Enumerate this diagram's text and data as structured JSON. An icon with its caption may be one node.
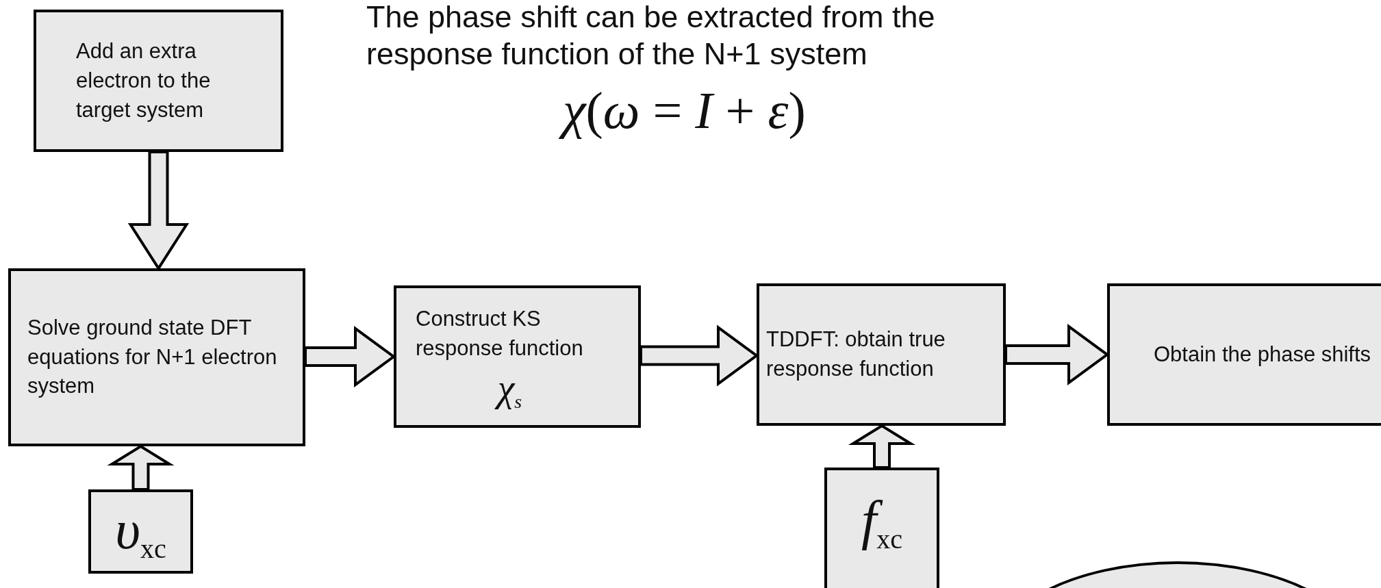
{
  "diagram": {
    "nodes": [
      {
        "text": [
          "Add an extra electron to the target system"
        ]
      },
      {
        "text": [
          "Solve ground state DFT equations for N+1 electron system"
        ]
      },
      {
        "text": [
          "Construct KS response function",
          "χ$_{s}$"
        ]
      },
      {
        "text": [
          "TDDFT: obtain true response function"
        ]
      },
      {
        "text": [
          "Obtain the phase shifts"
        ]
      },
      {
        "text": [
          "*υ*$_{xc}$"
        ]
      },
      {
        "text": [
          "*f*$_{xc}$"
        ]
      },
      {
        "text": [],
        "shape": "ellipse"
      }
    ],
    "edges": [
      {
        "from": 0,
        "to": 1,
        "arrow": "to"
      },
      {
        "from": 1,
        "to": 2,
        "arrow": "to"
      },
      {
        "from": 2,
        "to": 3,
        "arrow": "to"
      },
      {
        "from": 3,
        "to": 4,
        "arrow": "to"
      },
      {
        "from": 5,
        "to": 1,
        "arrow": "to"
      },
      {
        "from": 6,
        "to": 3,
        "arrow": "to"
      }
    ],
    "labels": [
      "The phase shift can be extracted from the response function of the N+1 system",
      "*χ*(*ω* = *I* + *ε*)"
    ]
  }
}
